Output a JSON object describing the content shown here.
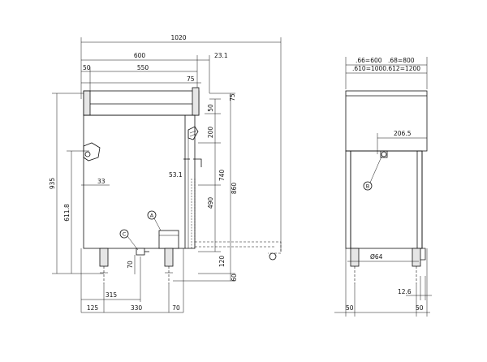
{
  "front_view": {
    "dimensions": {
      "d1020": "1020",
      "d600": "600",
      "d23_1": "23.1",
      "d50_top": "50",
      "d550": "550",
      "d75_a": "75",
      "d75_b": "75",
      "d50_right": "50",
      "d200": "200",
      "d53_1": "53.1",
      "d33": "33",
      "d935": "935",
      "d611_8": "611.8",
      "d740": "740",
      "d490": "490",
      "d860": "860",
      "d120": "120",
      "d60": "60",
      "d70_v": "70",
      "d315": "315",
      "d125": "125",
      "d330": "330",
      "d70_h": "70"
    },
    "callouts": {
      "a": "A",
      "c": "C"
    }
  },
  "side_view": {
    "dimensions": {
      "size_66": ".66=600",
      "size_68": ".68=800",
      "size_610": ".610=1000",
      "size_612": ".612=1200",
      "d206_5": "206.5",
      "d_phi64": "Ø64",
      "d12_6": "12.6",
      "d50_left": "50",
      "d50_right": "50"
    },
    "callouts": {
      "b": "B"
    }
  }
}
